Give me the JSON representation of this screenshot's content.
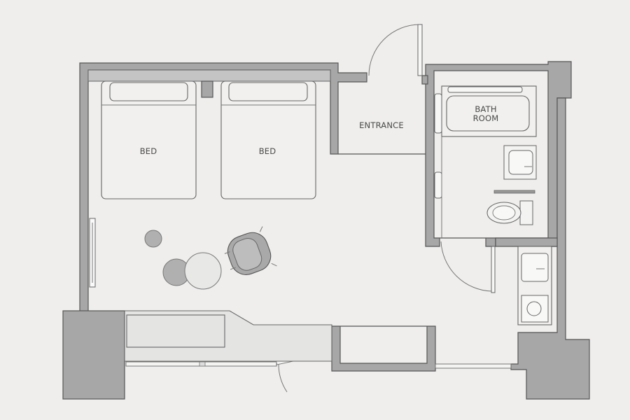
{
  "labels": {
    "bed_left": "BED",
    "bed_right": "BED",
    "entrance": "ENTRANCE",
    "bath_line1": "BATH",
    "bath_line2": "ROOM"
  },
  "colors": {
    "background": "#efeeec",
    "wall": "#a7a7a7",
    "outline": "#555555",
    "furniture_gray": "#b0b0b0"
  }
}
